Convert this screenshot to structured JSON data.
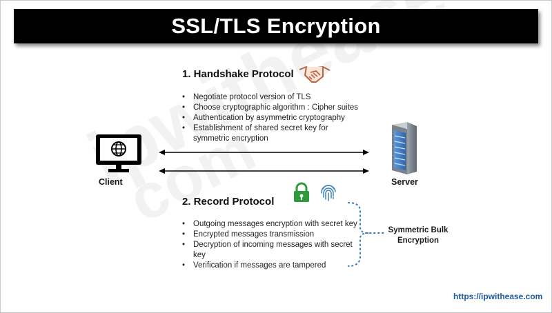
{
  "title": "SSL/TLS Encryption",
  "watermark": {
    "line1": "ipwithease",
    "line2": "com"
  },
  "handshake": {
    "heading": "1.   Handshake Protocol",
    "icon": "handshake-icon",
    "bullets": [
      "Negotiate protocol version of TLS",
      "Choose cryptographic algorithm : Cipher suites",
      "Authentication by asymmetric cryptography",
      "Establishment of shared secret key for symmetric encryption"
    ]
  },
  "record": {
    "heading": "2.   Record Protocol",
    "icons": [
      "lock-icon",
      "fingerprint-icon"
    ],
    "bullets": [
      "Outgoing messages encryption with secret key",
      "Encrypted messages transmission",
      "Decryption of incoming messages with secret key",
      "Verification if messages are tampered"
    ]
  },
  "client": {
    "label": "Client",
    "icon": "monitor-globe-icon"
  },
  "server": {
    "label": "Server",
    "icon": "server-icon"
  },
  "symmetric": {
    "line1": "Symmetric Bulk",
    "line2": "Encryption"
  },
  "site": "https://ipwithease.com",
  "colors": {
    "title_bg": "#000000",
    "lock": "#2e9a3a",
    "server_blue": "#3f7fc0",
    "brace": "#3b7bbf",
    "link": "#1f5a9e"
  }
}
